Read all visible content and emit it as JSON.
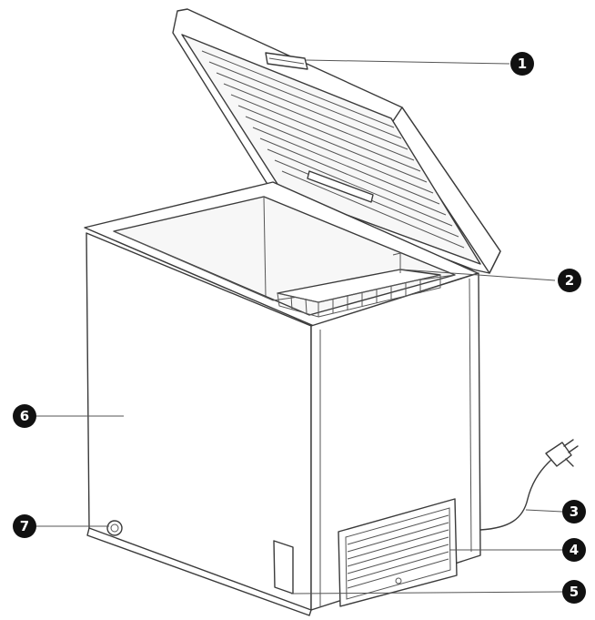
{
  "callouts": [
    {
      "id": "1",
      "label": "1",
      "part": "lid-handle"
    },
    {
      "id": "2",
      "label": "2",
      "part": "storage-basket"
    },
    {
      "id": "3",
      "label": "3",
      "part": "power-cord"
    },
    {
      "id": "4",
      "label": "4",
      "part": "condenser-grille"
    },
    {
      "id": "5",
      "label": "5",
      "part": "rating-label"
    },
    {
      "id": "6",
      "label": "6",
      "part": "cabinet"
    },
    {
      "id": "7",
      "label": "7",
      "part": "drain-plug"
    }
  ],
  "colors": {
    "outline": "#3a3a3a",
    "callout_fill": "#111111",
    "background": "#ffffff"
  }
}
